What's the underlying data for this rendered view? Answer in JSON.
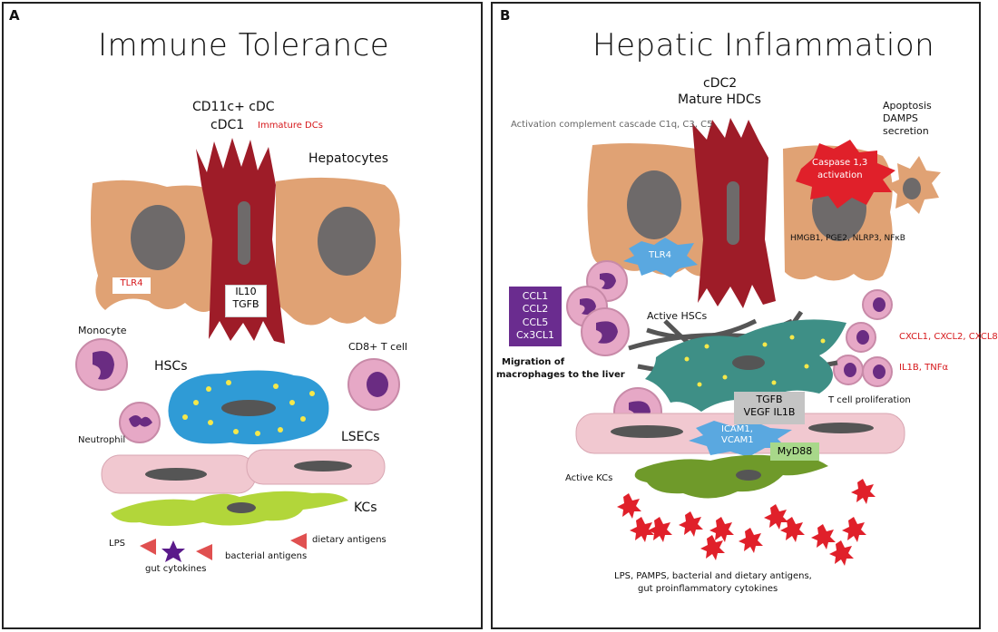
{
  "panelA": {
    "label": "A",
    "title": "Immune Tolerance",
    "cdc_line1": "CD11c+ cDC",
    "cdc_line2": "cDC1",
    "immature": "Immature DCs",
    "hepatocytes": "Hepatocytes",
    "tlr4": "TLR4",
    "il10": "IL10",
    "tgfb": "TGFB",
    "monocyte": "Monocyte",
    "hscs": "HSCs",
    "cd8": "CD8+ T cell",
    "neutrophil": "Neutrophil",
    "lsecs": "LSECs",
    "kcs": "KCs",
    "lps": "LPS",
    "dietary": "dietary antigens",
    "bacterial": "bacterial antigens",
    "gut": "gut cytokines"
  },
  "panelB": {
    "label": "B",
    "title": "Hepatic Inflammation",
    "cdc2": "cDC2",
    "mature": "Mature HDCs",
    "complement": "Activation complement cascade C1q, C3, C5",
    "apoptosis_1": "Apoptosis",
    "apoptosis_2": "DAMPS",
    "apoptosis_3": "secretion",
    "caspase_1": "Caspase 1,3",
    "caspase_2": "activation",
    "hmgb": "HMGB1, PGE2, NLRP3, NFκB",
    "tlr4": "TLR4",
    "ccl": [
      "CCL1",
      "CCL2",
      "CCL5",
      "Cx3CL1"
    ],
    "active_hscs": "Active HSCs",
    "cxcl": "CXCL1, CXCL2, CXCL8",
    "il1b": "IL1B, TNFα",
    "migration_1": "Migration of",
    "migration_2": "macrophages to the liver",
    "tgfb": "TGFB",
    "vegf": "VEGF IL1B",
    "tcell": "T cell proliferation",
    "icam_1": "ICAM1,",
    "icam_2": "VCAM1",
    "myd88": "MyD88",
    "active_kcs": "Active KCs",
    "bottom_1": "LPS, PAMPS, bacterial and dietary antigens,",
    "bottom_2": "gut proinflammatory cytokines"
  },
  "colors": {
    "hepatocyte": "#e0a274",
    "nucleus": "#6e6a6a",
    "dc": "#9e1c28",
    "hsc": "#2f9bd6",
    "lsec": "#f1c8d0",
    "kc": "#b2d63a",
    "kc_active": "#6f9a2a",
    "active_hsc": "#3e8f86",
    "star": "#e0202a",
    "ccl_box": "#6a2c8f",
    "tlr4_burst": "#5aa8e0",
    "tgfb_box": "#c4c4c4",
    "myd88_box": "#a8d88a"
  }
}
